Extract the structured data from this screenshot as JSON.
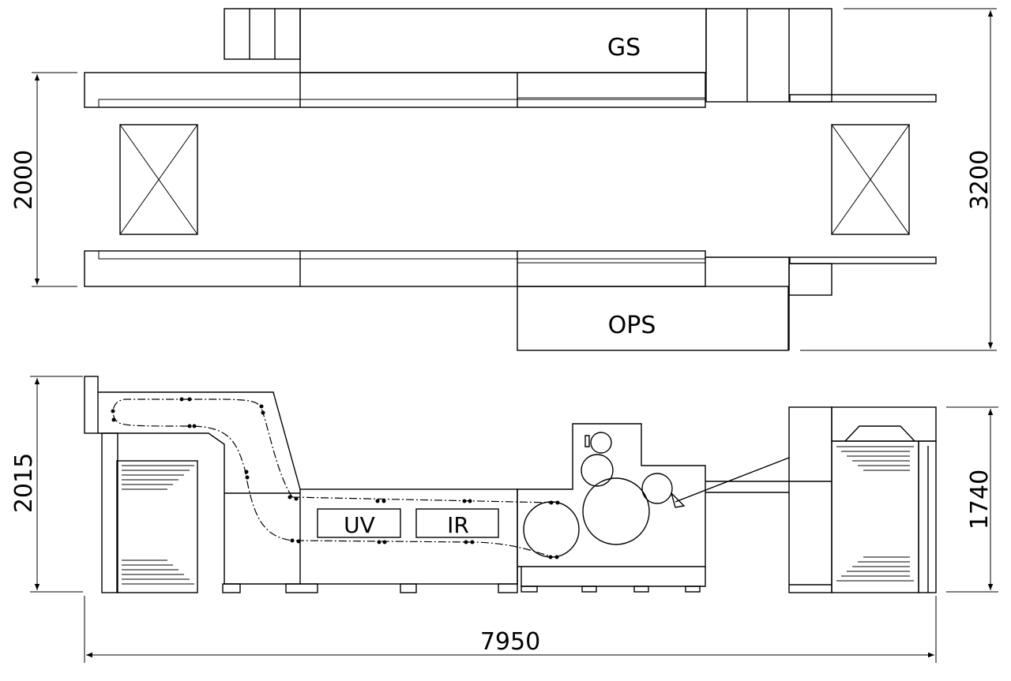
{
  "labels": {
    "gs": "GS",
    "ops": "OPS",
    "uv": "UV",
    "ir": "IR"
  },
  "dimensions": {
    "top_view_inner_height": "2000",
    "top_view_overall_height": "3200",
    "side_view_left_height": "2015",
    "side_view_right_height": "1740",
    "overall_length": "7950"
  }
}
